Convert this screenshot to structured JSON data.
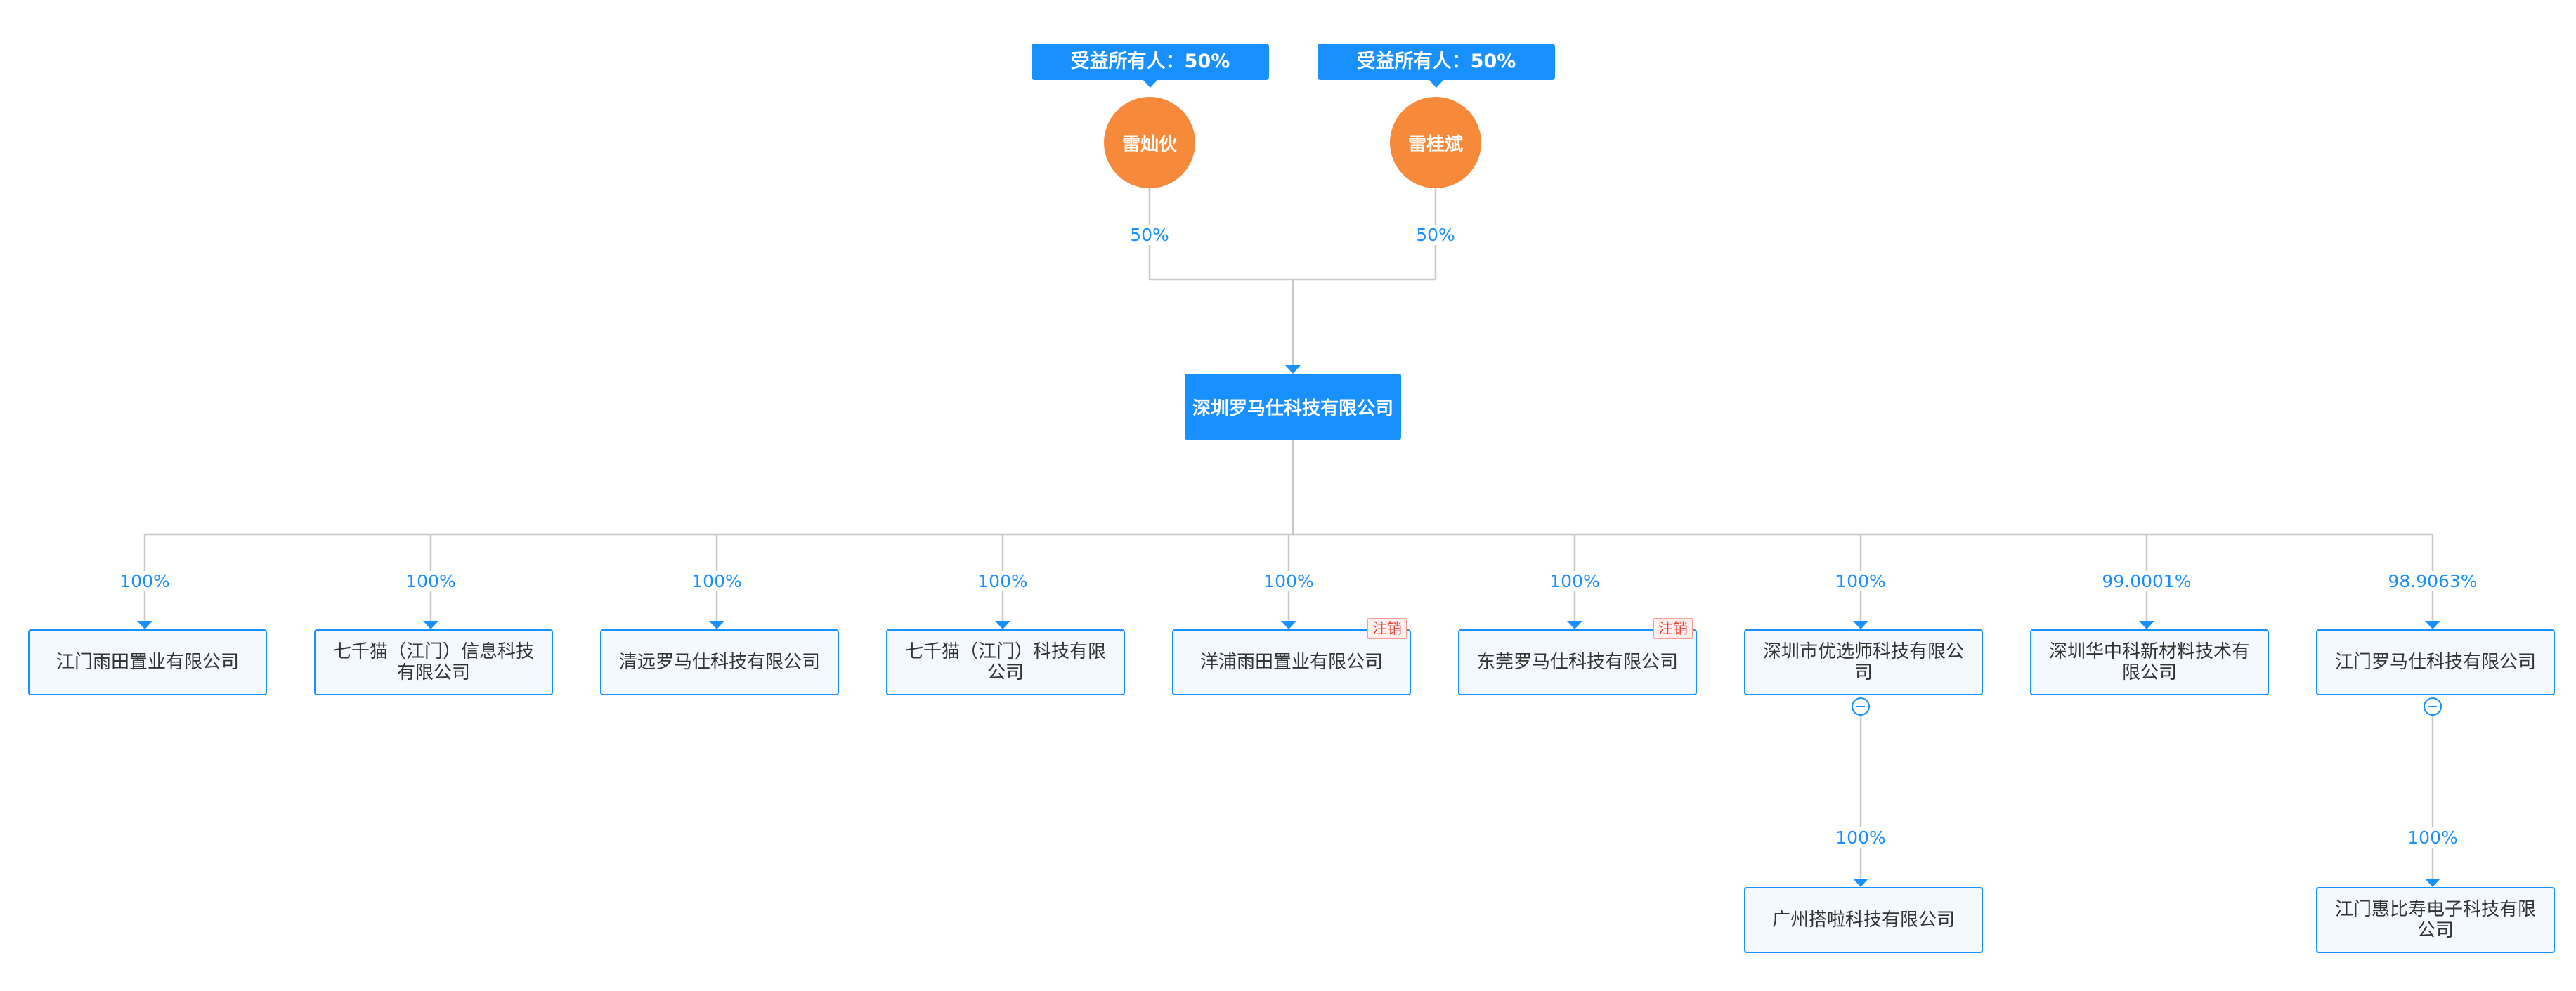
{
  "owners": [
    {
      "badge": "受益所有人：50%",
      "name": "雷灿伙",
      "share": "50%"
    },
    {
      "badge": "受益所有人：50%",
      "name": "雷桂斌",
      "share": "50%"
    }
  ],
  "company": {
    "name": "深圳罗马仕科技有限公司"
  },
  "subsidiaries": [
    {
      "name": "江门雨田置业有限公司",
      "share": "100%",
      "status": ""
    },
    {
      "name": "七千猫（江门）信息科技有限公司",
      "share": "100%",
      "status": ""
    },
    {
      "name": "清远罗马仕科技有限公司",
      "share": "100%",
      "status": ""
    },
    {
      "name": "七千猫（江门）科技有限公司",
      "share": "100%",
      "status": ""
    },
    {
      "name": "洋浦雨田置业有限公司",
      "share": "100%",
      "status": "注销"
    },
    {
      "name": "东莞罗马仕科技有限公司",
      "share": "100%",
      "status": "注销"
    },
    {
      "name": "深圳市优选师科技有限公司",
      "share": "100%",
      "status": ""
    },
    {
      "name": "深圳华中科新材料技术有限公司",
      "share": "99.0001%",
      "status": ""
    },
    {
      "name": "江门罗马仕科技有限公司",
      "share": "98.9063%",
      "status": ""
    }
  ],
  "grandchildren": [
    {
      "name": "广州搭啦科技有限公司",
      "share": "100%"
    },
    {
      "name": "江门惠比寿电子科技有限公司",
      "share": "100%"
    }
  ],
  "colors": {
    "accent": "#1890ff",
    "person": "#f7893a",
    "line": "#c8c8c8",
    "cancelled": "#f04134"
  }
}
